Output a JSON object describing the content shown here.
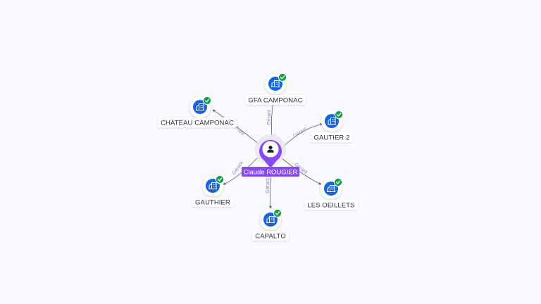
{
  "center": {
    "name": "Claude ROUGIER",
    "icon": "person-icon",
    "color": "#8a4af3"
  },
  "companies": [
    {
      "name": "GFA CAMPONAC",
      "relation": "Gérant",
      "verified": true
    },
    {
      "name": "GAUTIER 2",
      "relation": "Gérant",
      "verified": true
    },
    {
      "name": "LES OEILLETS",
      "relation": "Gérant",
      "verified": true
    },
    {
      "name": "CAPALTO",
      "relation": "Gérant",
      "verified": true
    },
    {
      "name": "GAUTHIER",
      "relation": "Gérant",
      "verified": true
    },
    {
      "name": "CHATEAU CAMPONAC",
      "relation": "Gérant",
      "verified": true
    }
  ],
  "colors": {
    "company_icon_bg": "#1565e0",
    "verified_badge": "#169c4a",
    "edge": "#5f6170",
    "edge_label": "#8a86c8"
  },
  "icons": {
    "company": "building-icon",
    "verified": "check-badge-icon"
  }
}
